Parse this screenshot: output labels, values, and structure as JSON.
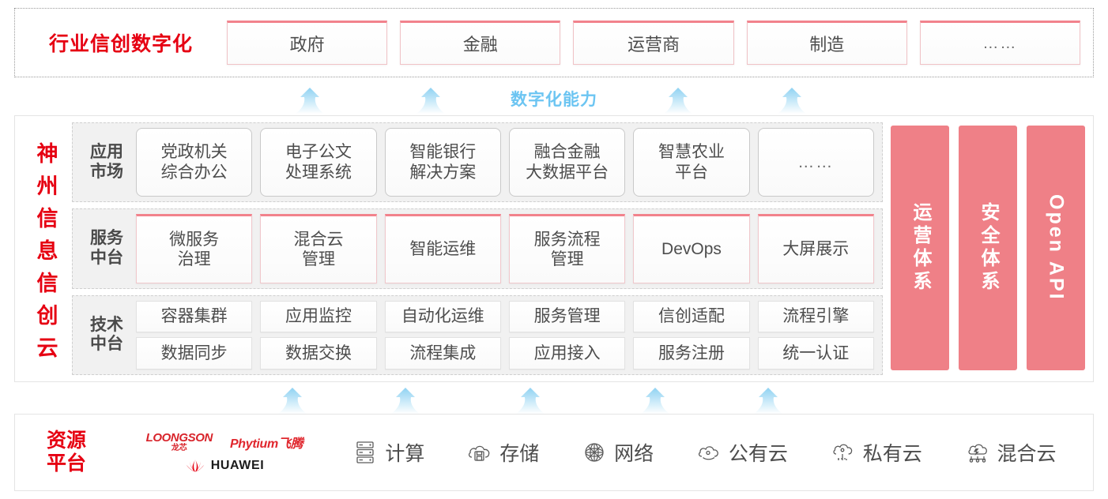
{
  "industry": {
    "title": "行业信创数字化",
    "boxes": [
      {
        "label": "政府"
      },
      {
        "label": "金融"
      },
      {
        "label": "运营商"
      },
      {
        "label": "制造"
      },
      {
        "label": "……"
      }
    ]
  },
  "capability": {
    "label": "数字化能力",
    "arrow_count_top": 4,
    "arrow_count_bottom": 5,
    "arrow_color": "#a8dcf5"
  },
  "cloud": {
    "title": "神州信息信创云",
    "title_chars": [
      "神",
      "州",
      "信",
      "息",
      "信",
      "创",
      "云"
    ],
    "rows": [
      {
        "label": "应用市场",
        "label_lines": [
          "应用",
          "市场"
        ],
        "style": "app",
        "cells": [
          {
            "lines": [
              "党政机关",
              "综合办公"
            ]
          },
          {
            "lines": [
              "电子公文",
              "处理系统"
            ]
          },
          {
            "lines": [
              "智能银行",
              "解决方案"
            ]
          },
          {
            "lines": [
              "融合金融",
              "大数据平台"
            ]
          },
          {
            "lines": [
              "智慧农业",
              "平台"
            ]
          },
          {
            "lines": [
              "……"
            ],
            "dots": true
          }
        ]
      },
      {
        "label": "服务中台",
        "label_lines": [
          "服务",
          "中台"
        ],
        "style": "svc",
        "cells": [
          {
            "lines": [
              "微服务",
              "治理"
            ]
          },
          {
            "lines": [
              "混合云",
              "管理"
            ]
          },
          {
            "lines": [
              "智能运维"
            ]
          },
          {
            "lines": [
              "服务流程",
              "管理"
            ]
          },
          {
            "lines": [
              "DevOps"
            ]
          },
          {
            "lines": [
              "大屏展示"
            ]
          }
        ]
      },
      {
        "label": "技术中台",
        "label_lines": [
          "技术",
          "中台"
        ],
        "style": "tech",
        "cell_lines": [
          [
            {
              "lines": [
                "容器集群"
              ]
            },
            {
              "lines": [
                "应用监控"
              ]
            },
            {
              "lines": [
                "自动化运维"
              ]
            },
            {
              "lines": [
                "服务管理"
              ]
            },
            {
              "lines": [
                "信创适配"
              ]
            },
            {
              "lines": [
                "流程引擎"
              ]
            }
          ],
          [
            {
              "lines": [
                "数据同步"
              ]
            },
            {
              "lines": [
                "数据交换"
              ]
            },
            {
              "lines": [
                "流程集成"
              ]
            },
            {
              "lines": [
                "应用接入"
              ]
            },
            {
              "lines": [
                "服务注册"
              ]
            },
            {
              "lines": [
                "统一认证"
              ]
            }
          ]
        ]
      }
    ],
    "side_panels": [
      {
        "label": "运营体系",
        "latin": false
      },
      {
        "label": "安全体系",
        "latin": false
      },
      {
        "label": "Open API",
        "latin": true
      }
    ],
    "side_panel_color": "#ef8087"
  },
  "resource": {
    "title": "资源平台",
    "title_lines": [
      "资源",
      "平台"
    ],
    "logos": [
      {
        "name": "loongson",
        "en": "LOONGSON",
        "cn": "龙芯"
      },
      {
        "name": "phytium",
        "text": "Phytium飞腾"
      },
      {
        "name": "huawei",
        "text": "HUAWEI"
      }
    ],
    "items": [
      {
        "label": "计算",
        "icon": "server-icon"
      },
      {
        "label": "存储",
        "icon": "cloud-storage-icon"
      },
      {
        "label": "网络",
        "icon": "network-icon"
      },
      {
        "label": "公有云",
        "icon": "public-cloud-icon"
      },
      {
        "label": "私有云",
        "icon": "private-cloud-icon"
      },
      {
        "label": "混合云",
        "icon": "hybrid-cloud-icon"
      }
    ]
  }
}
